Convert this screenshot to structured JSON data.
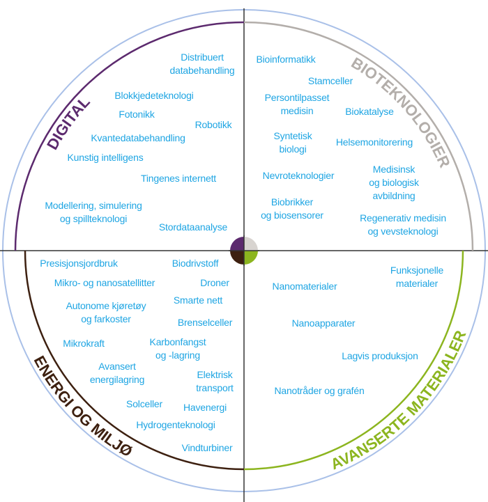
{
  "colors": {
    "item_text": "#1ea5e3",
    "digital": "#5c2a6e",
    "biotech": "#b3aeaa",
    "energy": "#3d2010",
    "materials": "#8cb51f",
    "outer_ring": "#a9c0e8",
    "axes": "#333333"
  },
  "quadrants": {
    "digital": {
      "label": "DIGITAL",
      "items": [
        {
          "lines": [
            "Distribuert",
            "databehandling"
          ]
        },
        {
          "lines": [
            "Blokkjedeteknologi"
          ]
        },
        {
          "lines": [
            "Fotonikk"
          ]
        },
        {
          "lines": [
            "Robotikk"
          ]
        },
        {
          "lines": [
            "Kvantedatabehandling"
          ]
        },
        {
          "lines": [
            "Kunstig intelligens"
          ]
        },
        {
          "lines": [
            "Tingenes internett"
          ]
        },
        {
          "lines": [
            "Modellering, simulering",
            "og spillteknologi"
          ]
        },
        {
          "lines": [
            "Stordataanalyse"
          ]
        }
      ]
    },
    "biotech": {
      "label": "BIOTEKNOLOGIER",
      "items": [
        {
          "lines": [
            "Bioinformatikk"
          ]
        },
        {
          "lines": [
            "Stamceller"
          ]
        },
        {
          "lines": [
            "Persontilpasset",
            "medisin"
          ]
        },
        {
          "lines": [
            "Biokatalyse"
          ]
        },
        {
          "lines": [
            "Syntetisk",
            "biologi"
          ]
        },
        {
          "lines": [
            "Helsemonitorering"
          ]
        },
        {
          "lines": [
            "Nevroteknologier"
          ]
        },
        {
          "lines": [
            "Medisinsk",
            "og biologisk",
            "avbildning"
          ]
        },
        {
          "lines": [
            "Biobrikker",
            "og biosensorer"
          ]
        },
        {
          "lines": [
            "Regenerativ medisin",
            "og vevsteknologi"
          ]
        }
      ]
    },
    "energy": {
      "label": "ENERGI OG MILJØ",
      "items": [
        {
          "lines": [
            "Presisjonsjordbruk"
          ]
        },
        {
          "lines": [
            "Biodrivstoff"
          ]
        },
        {
          "lines": [
            "Mikro- og nanosatellitter"
          ]
        },
        {
          "lines": [
            "Droner"
          ]
        },
        {
          "lines": [
            "Smarte nett"
          ]
        },
        {
          "lines": [
            "Autonome kjøretøy",
            "og farkoster"
          ]
        },
        {
          "lines": [
            "Brenselceller"
          ]
        },
        {
          "lines": [
            "Mikrokraft"
          ]
        },
        {
          "lines": [
            "Karbonfangst",
            "og -lagring"
          ]
        },
        {
          "lines": [
            "Avansert",
            "energilagring"
          ]
        },
        {
          "lines": [
            "Elektrisk",
            "transport"
          ]
        },
        {
          "lines": [
            "Solceller"
          ]
        },
        {
          "lines": [
            "Havenergi"
          ]
        },
        {
          "lines": [
            "Hydrogenteknologi"
          ]
        },
        {
          "lines": [
            "Vindturbiner"
          ]
        }
      ]
    },
    "materials": {
      "label": "AVANSERTE MATERIALER",
      "items": [
        {
          "lines": [
            "Funksjonelle",
            "materialer"
          ]
        },
        {
          "lines": [
            "Nanomaterialer"
          ]
        },
        {
          "lines": [
            "Nanoapparater"
          ]
        },
        {
          "lines": [
            "Lagvis produksjon"
          ]
        },
        {
          "lines": [
            "Nanotråder og grafén"
          ]
        }
      ]
    }
  }
}
